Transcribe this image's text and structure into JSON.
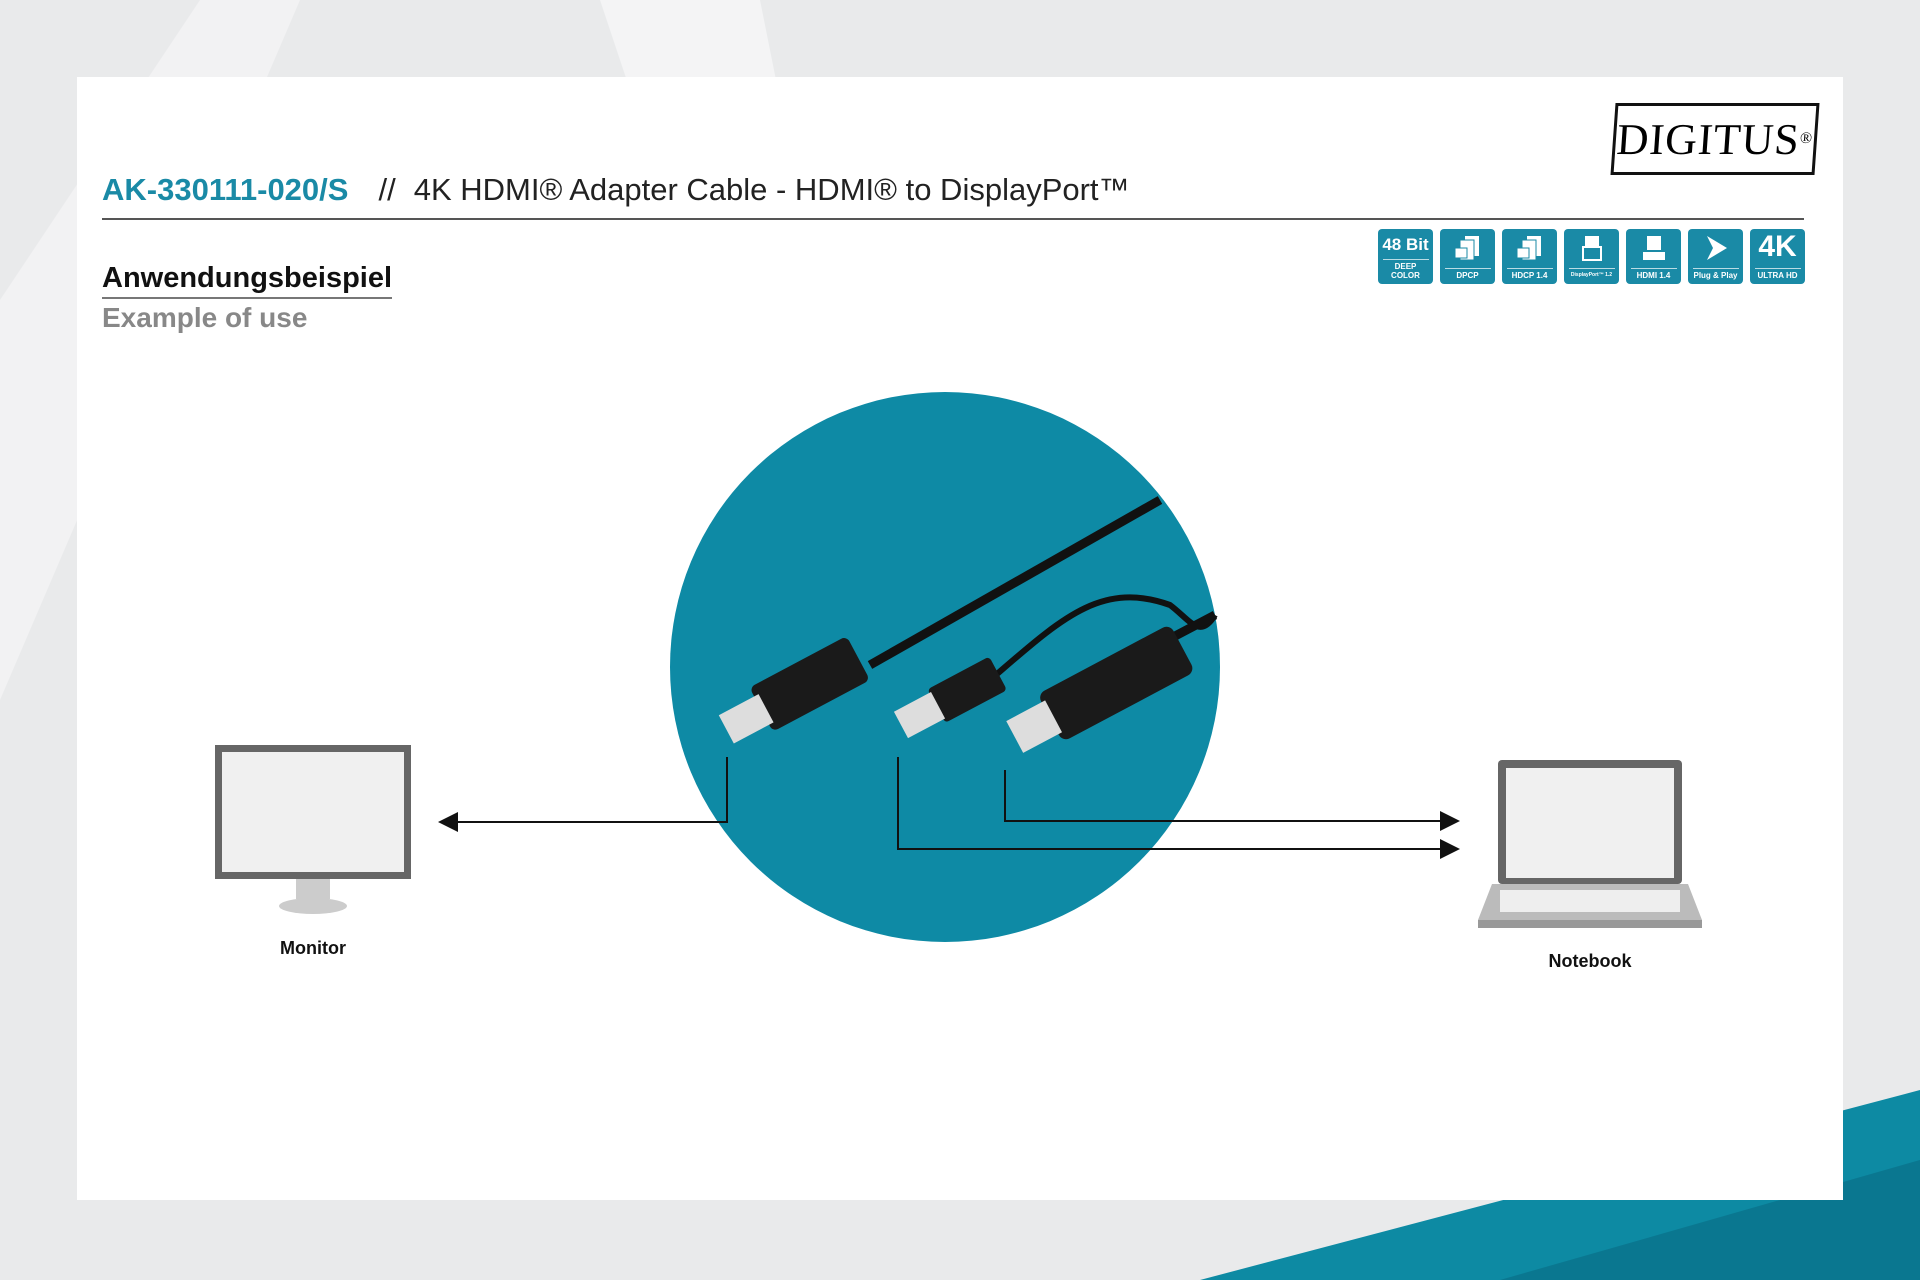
{
  "header": {
    "product_code": "AK-330111-020/S",
    "separator": "//",
    "product_title": "4K HDMI® Adapter Cable - HDMI® to DisplayPort™"
  },
  "brand": {
    "logo_text": "DIGITUS",
    "registered": "®"
  },
  "feature_icons": [
    {
      "big": "48 Bit",
      "small": "DEEP COLOR"
    },
    {
      "icon": "lock-documents-icon",
      "small": "DPCP"
    },
    {
      "icon": "lock-documents-icon",
      "small": "HDCP 1.4"
    },
    {
      "icon": "displayport-connector-icon",
      "small": "DisplayPort™ 1.2"
    },
    {
      "icon": "hdmi-connector-icon",
      "small": "HDMI 1.4"
    },
    {
      "icon": "plug-arrow-icon",
      "small": "Plug & Play"
    },
    {
      "big": "4K",
      "small": "ULTRA HD"
    }
  ],
  "section": {
    "title_de": "Anwendungsbeispiel",
    "title_en": "Example of use"
  },
  "devices": {
    "left": "Monitor",
    "right": "Notebook"
  },
  "colors": {
    "accent": "#1a8aa6",
    "circle": "#0e8aa5"
  }
}
